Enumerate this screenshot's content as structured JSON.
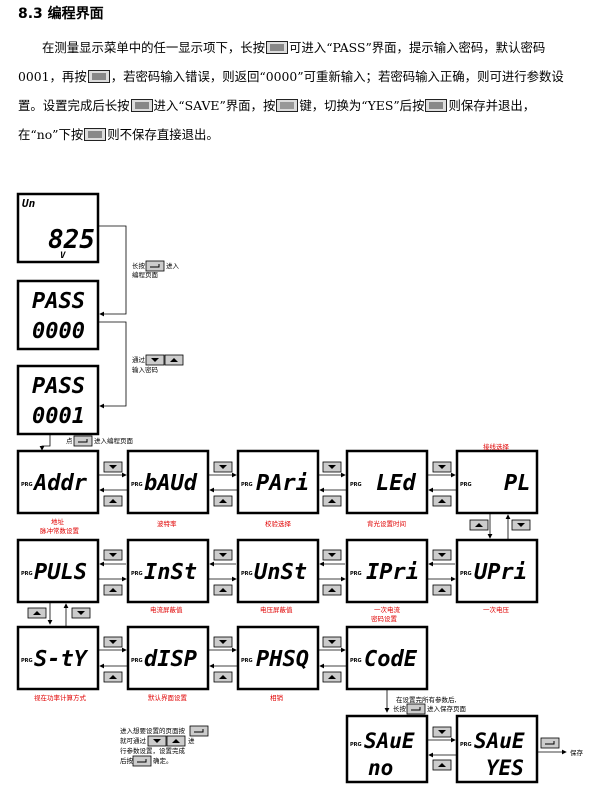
{
  "section": {
    "heading": "8.3 编程界面"
  },
  "paragraph": {
    "s1": "在测量显示菜单中的任一显示项下，长按",
    "s2": "可进入“PASS”界面，提示输入密码，默认密码 0001，再按",
    "s3": "，若密码输入错误，则返回“0000”可重新输入；若密码输入正确，则可进行参数设置。设置完成后长按",
    "s4": "进入“SAVE”界面，按",
    "s5": "键，切换为“YES”后按",
    "s6": "则保存并退出，在“no”下按",
    "s7": "则不保存直接退出。"
  },
  "diagram": {
    "screens": {
      "un_top": "Un",
      "un_value": "825",
      "un_unit": "V",
      "pass1_top": "PASS",
      "pass1_bottom": "0000",
      "pass2_top": "PASS",
      "pass2_bottom": "0001",
      "addr": "Addr",
      "baud": "bAUd",
      "pari": "PAri",
      "led": "LEd",
      "pl": "PL",
      "puls": "PULS",
      "inst": "InSt",
      "unst": "UnSt",
      "ipri": "IPri",
      "upri": "UPri",
      "sty": "S-tY",
      "disp": "dISP",
      "phsq": "PHSQ",
      "code": "CodE",
      "save1_top": "SAuE",
      "save1_bottom": "no",
      "save2_top": "SAuE",
      "save2_bottom": "YES",
      "prog_tag": "PRG"
    },
    "notes": {
      "longpress_a": "长按",
      "longpress_b": "进入",
      "longpress_c": "编程页面",
      "via_a": "通过",
      "via_b": "输入密码",
      "press_a": "点",
      "press_b": "进入编程页面",
      "save_a": "在设置完所有参数后,",
      "save_b": "长按",
      "save_c": "进入保存页面",
      "bottom_a": "进入想要设置的页面按",
      "bottom_b": "就可通过",
      "bottom_c": "进",
      "bottom_d": "行参数设置，设置完成",
      "bottom_e": "后按",
      "bottom_f": "确定。",
      "save_out": "保存"
    },
    "captions": {
      "wiring": "接线选择",
      "addr_1": "地址",
      "addr_2": "脉冲常数设置",
      "baud": "波特率",
      "pari": "校验选择",
      "led": "背光设置时间",
      "inst": "电流屏蔽值",
      "unst": "电压屏蔽值",
      "ipri_1": "一次电流",
      "ipri_2": "密码设置",
      "upri": "一次电压",
      "sty": "视在功率计算方式",
      "disp": "默认界面设置",
      "phsq": "相销"
    },
    "colors": {
      "caption": "#e00000",
      "frame": "#000000"
    }
  }
}
